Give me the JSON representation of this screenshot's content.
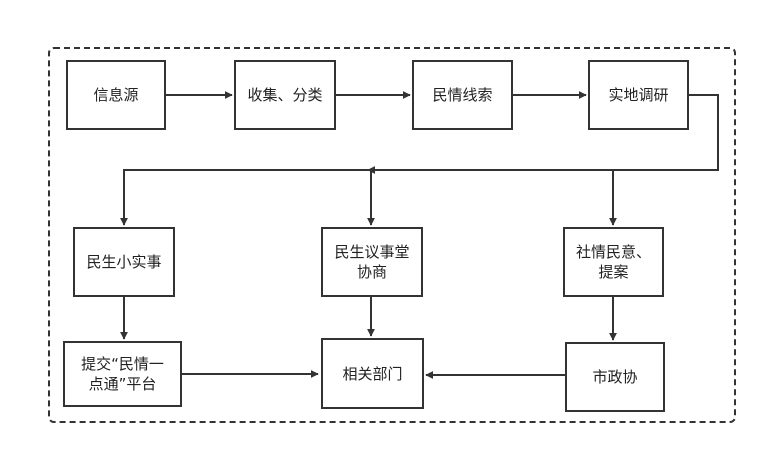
{
  "diagram": {
    "nodes": {
      "source": "信息源",
      "collect": "收集、分类",
      "clues": "民情线索",
      "survey": "实地调研",
      "small_matters": "民生小实事",
      "deliberation": "民生议事堂\n协商",
      "proposal": "社情民意、\n提案",
      "platform": "提交“民情一\n点通”平台",
      "departments": "相关部门",
      "cppcc": "市政协"
    }
  }
}
